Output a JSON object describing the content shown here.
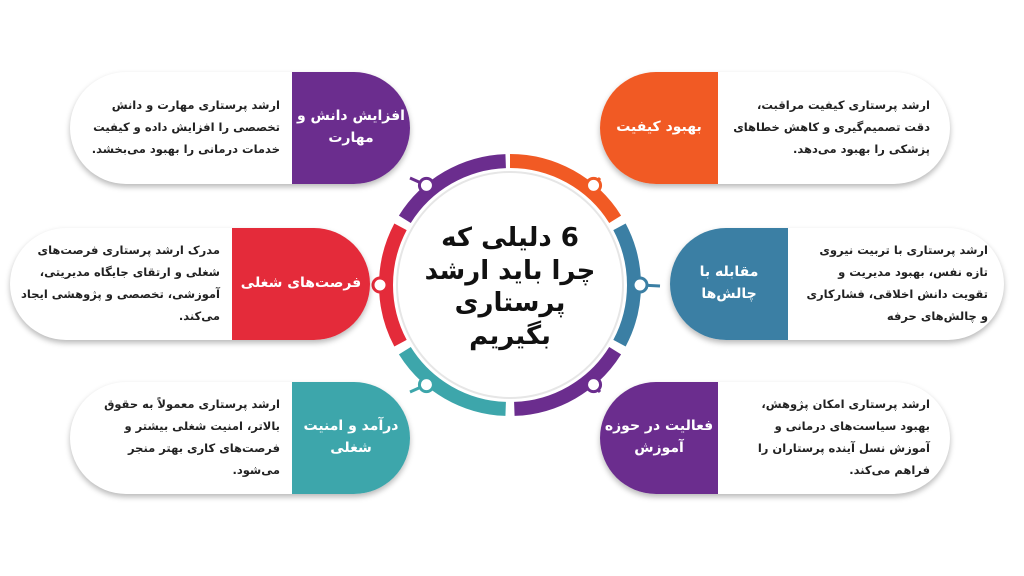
{
  "title": {
    "line1": "6 دلیلی که",
    "line2": "چرا باید ارشد",
    "line3": "پرستاری بگیریم"
  },
  "items": [
    {
      "label": "افزایش دانش و مهارت",
      "color": "#6b2d8e",
      "text": "ارشد پرستاری مهارت و دانش تخصصی را افزایش داده و کیفیت خدمات درمانی را بهبود می‌بخشد."
    },
    {
      "label": "بهبود کیفیت",
      "color": "#f15a24",
      "text": "ارشد پرستاری کیفیت مراقبت، دقت تصمیم‌گیری و کاهش خطاهای پزشکی را بهبود می‌دهد."
    },
    {
      "label": "فرصت‌های شغلی",
      "color": "#e42b3a",
      "text": "مدرک ارشد پرستاری فرصت‌های شغلی و ارتقای جایگاه مدیریتی، آموزشی، تخصصی و پژوهشی ایجاد می‌کند."
    },
    {
      "label": "مقابله با چالش‌ها",
      "color": "#3b7fa4",
      "text": "ارشد پرستاری با تربیت نیروی تازه نفس، بهبود مدیریت و تقویت دانش اخلاقی، فشارکاری و چالش‌های حرفه"
    },
    {
      "label": "درآمد و امنیت شغلی",
      "color": "#3da6ab",
      "text": "ارشد پرستاری معمولاً به حقوق بالاتر، امنیت شغلی بیشتر و فرصت‌های کاری بهتر منجر می‌شود."
    },
    {
      "label": "فعالیت در حوزه آموزش",
      "color": "#6b2d8e",
      "text": "ارشد پرستاری امکان پژوهش، بهبود سیاست‌های درمانی و آموزش نسل آینده پرستاران را فراهم می‌کند."
    }
  ]
}
